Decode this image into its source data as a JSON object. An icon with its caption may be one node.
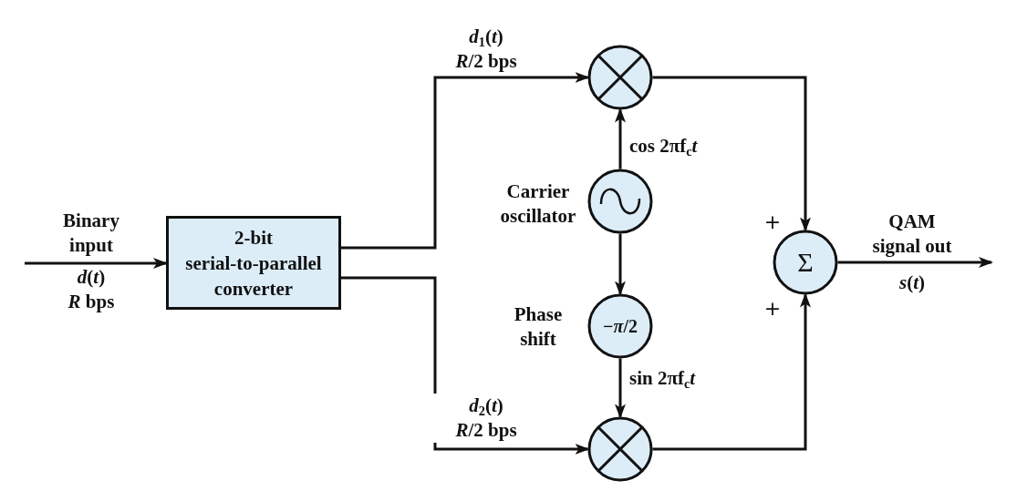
{
  "diagram": {
    "nodes": [
      {
        "text": [
          "2-bit serial-to-parallel converter"
        ]
      },
      {
        "text": [],
        "shape": "circle"
      },
      {
        "text": [],
        "shape": "circle",
        "beside": [
          "Carrier oscillator"
        ]
      },
      {
        "text": [
          "−*π*/2"
        ],
        "beside": [
          "Phase shift"
        ]
      },
      {
        "text": [],
        "shape": "circle"
      },
      {
        "text": [
          "Σ"
        ]
      }
    ],
    "edges": [
      {
        "from": null,
        "to": 0,
        "arrow": "to",
        "label": "Binary input"
      },
      {
        "from": 0,
        "to": 1,
        "arrow": "to",
        "label": "*d*$_{1}$(*t*) *R*/2 bps"
      },
      {
        "from": 0,
        "to": 4,
        "arrow": "to",
        "label": "*d*$_{2}$(*t*) *R*/2 bps"
      },
      {
        "from": 2,
        "to": 1,
        "arrow": "to",
        "label": "cos 2πf$_{c}$*t*"
      },
      {
        "from": 2,
        "to": 3,
        "arrow": "to"
      },
      {
        "from": 3,
        "to": 4,
        "arrow": "to",
        "label": "sin 2πf$_{c}$*t*"
      },
      {
        "from": 1,
        "to": 5,
        "arrow": "to"
      },
      {
        "from": 4,
        "to": 5,
        "arrow": "to"
      },
      {
        "from": 5,
        "to": null,
        "arrow": "to",
        "label": "QAM signal out"
      }
    ],
    "labels": [
      "*d*(*t*) *R* bps",
      "+",
      "+",
      "*s*(*t*)"
    ]
  }
}
